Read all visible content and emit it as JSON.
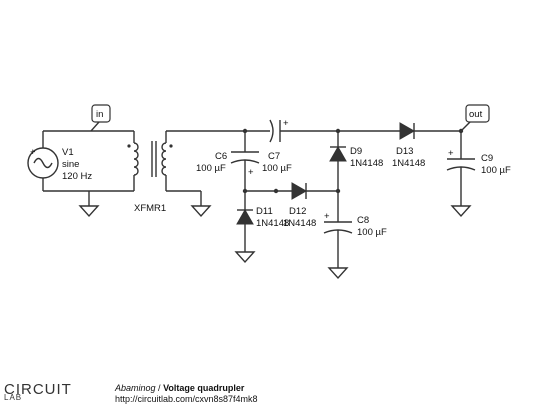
{
  "schematic": {
    "source": {
      "ref": "V1",
      "type": "sine",
      "freq": "120 Hz"
    },
    "transformer": {
      "ref": "XFMR1"
    },
    "in_label": "in",
    "out_label": "out",
    "components": [
      {
        "ref": "C6",
        "value": "100 µF"
      },
      {
        "ref": "C7",
        "value": "100 µF"
      },
      {
        "ref": "C8",
        "value": "100 µF"
      },
      {
        "ref": "C9",
        "value": "100 µF"
      },
      {
        "ref": "D9",
        "value": "1N4148"
      },
      {
        "ref": "D11",
        "value": "1N4148"
      },
      {
        "ref": "D12",
        "value": "1N4148"
      },
      {
        "ref": "D13",
        "value": "1N4148"
      }
    ],
    "plus_sign": "+"
  },
  "footer": {
    "logo_top": "CIRCUIT",
    "logo_bottom": "LAB",
    "author": "Abaminog",
    "separator": "/",
    "title": "Voltage quadrupler",
    "url": "http://circuitlab.com/cxvn8s87f4mk8"
  }
}
